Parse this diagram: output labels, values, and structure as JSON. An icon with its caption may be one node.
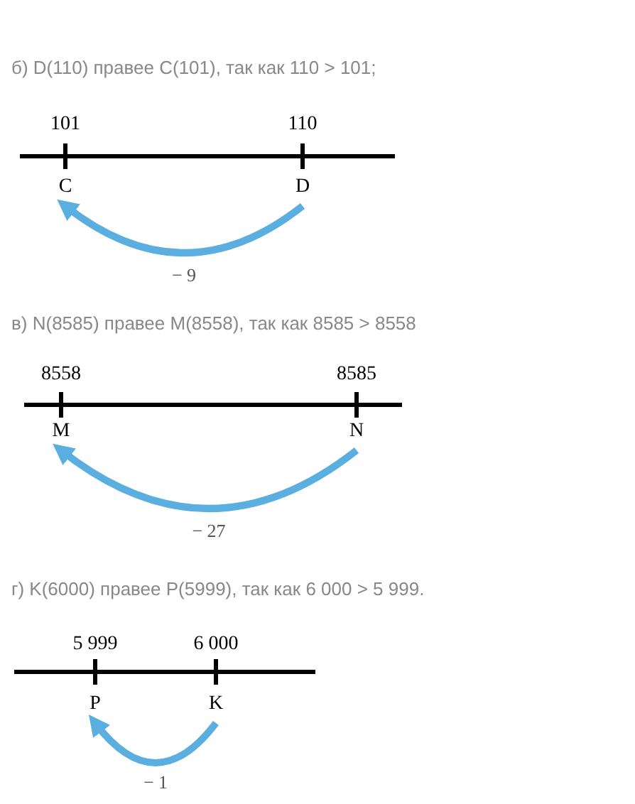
{
  "diagram": {
    "nodes": [
      {
        "text": [
          "C"
        ],
        "beside": [
          "101"
        ]
      },
      {
        "text": [
          "D"
        ],
        "beside": [
          "110"
        ]
      },
      {
        "text": [
          "M"
        ],
        "beside": [
          "8558"
        ]
      },
      {
        "text": [
          "N"
        ],
        "beside": [
          "8585"
        ]
      },
      {
        "text": [
          "P"
        ],
        "beside": [
          "5 999"
        ]
      },
      {
        "text": [
          "K"
        ],
        "beside": [
          "6 000"
        ]
      }
    ],
    "edges": [
      {
        "from": 1,
        "to": 0,
        "arrow": "to",
        "label": "− 9"
      },
      {
        "from": 3,
        "to": 2,
        "arrow": "to",
        "label": "− 27"
      },
      {
        "from": 5,
        "to": 4,
        "arrow": "to",
        "label": "− 1"
      }
    ],
    "labels": [
      "б) D(110) правее C(101), так как 110 > 101;",
      "в) N(8585) правее M(8558), так как 8585 > 8558",
      "г) K(6000) правее P(5999), так как 6 000 > 5 999."
    ]
  }
}
